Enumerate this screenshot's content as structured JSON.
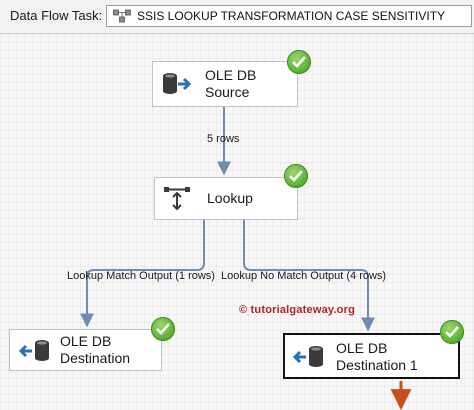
{
  "header": {
    "task_label": "Data Flow Task:",
    "task_name": "SSIS LOOKUP TRANSFORMATION CASE SENSITIVITY"
  },
  "nodes": {
    "source": {
      "line1": "OLE DB",
      "line2": "Source",
      "icon": "database-arrow-icon"
    },
    "lookup": {
      "label": "Lookup",
      "icon": "lookup-transform-icon"
    },
    "destination": {
      "line1": "OLE DB",
      "line2": "Destination",
      "icon": "database-arrow-icon"
    },
    "destination1": {
      "line1": "OLE DB",
      "line2": "Destination 1",
      "icon": "database-arrow-icon",
      "selected": true
    }
  },
  "paths": {
    "source_to_lookup": "5 rows",
    "match_output": "Lookup Match Output (1 rows)",
    "no_match_output": "Lookup No Match Output (4 rows)"
  },
  "watermark": "© tutorialgateway.org",
  "colors": {
    "connector": "#6f8bb0",
    "success": "#5fb33a",
    "watermark": "#b0242c",
    "active_arrow": "#c8501e"
  }
}
